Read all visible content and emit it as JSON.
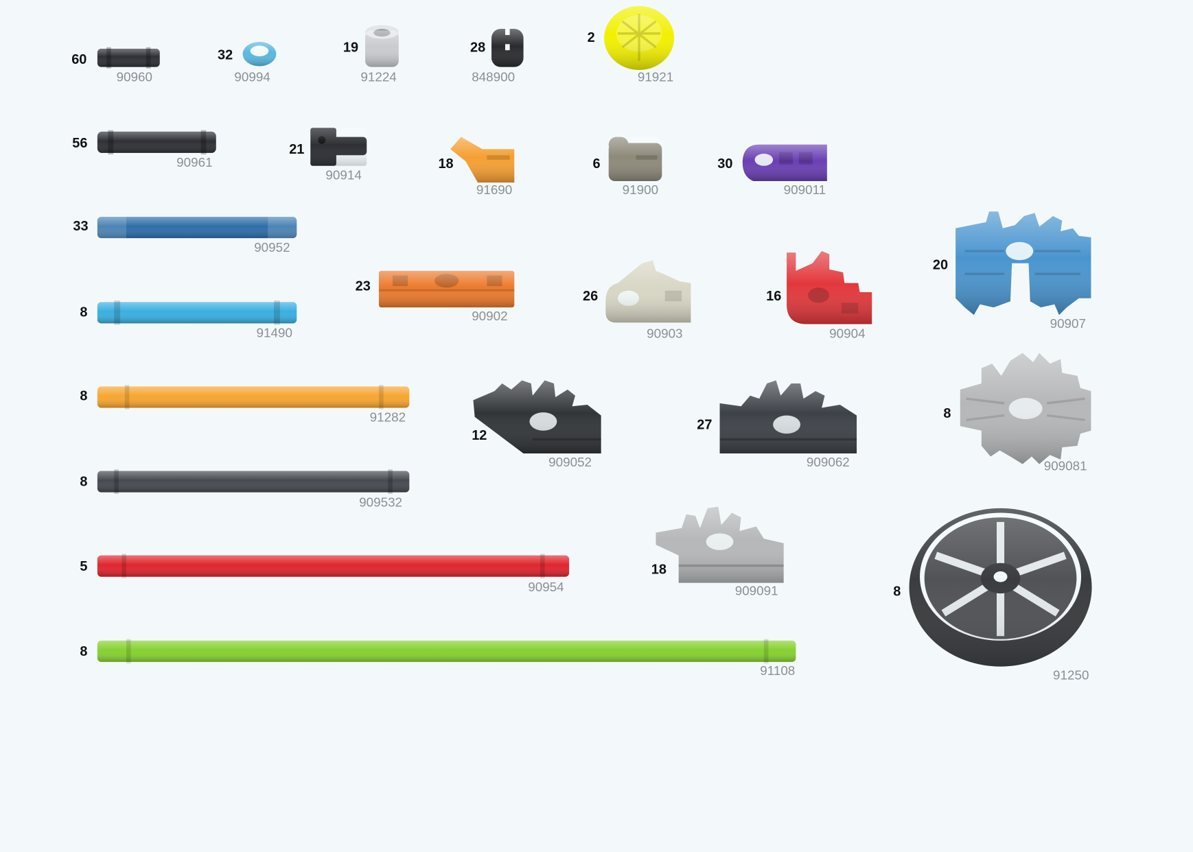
{
  "parts": [
    {
      "qty": "60",
      "code": "90960",
      "color": "#2e3035"
    },
    {
      "qty": "32",
      "code": "90994",
      "color": "#5ab8e0"
    },
    {
      "qty": "19",
      "code": "91224",
      "color": "#c9cbce"
    },
    {
      "qty": "28",
      "code": "848900",
      "color": "#2a2b2e"
    },
    {
      "qty": "2",
      "code": "91921",
      "color": "#f2f000"
    },
    {
      "qty": "56",
      "code": "90961",
      "color": "#2e3035"
    },
    {
      "qty": "21",
      "code": "90914",
      "color": "#2e3035"
    },
    {
      "qty": "18",
      "code": "91690",
      "color": "#f5a033"
    },
    {
      "qty": "6",
      "code": "91900",
      "color": "#8d8a7a"
    },
    {
      "qty": "30",
      "code": "909011",
      "color": "#6a3fb3"
    },
    {
      "qty": "33",
      "code": "90952",
      "color": "#2d6ea8"
    },
    {
      "qty": "8",
      "code": "91490",
      "color": "#3aafe0"
    },
    {
      "qty": "23",
      "code": "90902",
      "color": "#ec7a2c"
    },
    {
      "qty": "26",
      "code": "90903",
      "color": "#d8d6c4"
    },
    {
      "qty": "16",
      "code": "90904",
      "color": "#e2383c"
    },
    {
      "qty": "20",
      "code": "90907",
      "color": "#4a95cf"
    },
    {
      "qty": "8",
      "code": "91282",
      "color": "#f7a630"
    },
    {
      "qty": "12",
      "code": "909052",
      "color": "#323538"
    },
    {
      "qty": "27",
      "code": "909062",
      "color": "#3d4248"
    },
    {
      "qty": "8",
      "code": "909081",
      "color": "#b5b7b9"
    },
    {
      "qty": "8",
      "code": "909532",
      "color": "#454a50"
    },
    {
      "qty": "5",
      "code": "90954",
      "color": "#e0252e"
    },
    {
      "qty": "18",
      "code": "909091",
      "color": "#b5b7b9"
    },
    {
      "qty": "8",
      "code": "91250",
      "color": "#3a3c3f"
    },
    {
      "qty": "8",
      "code": "91108",
      "color": "#86d130"
    }
  ]
}
